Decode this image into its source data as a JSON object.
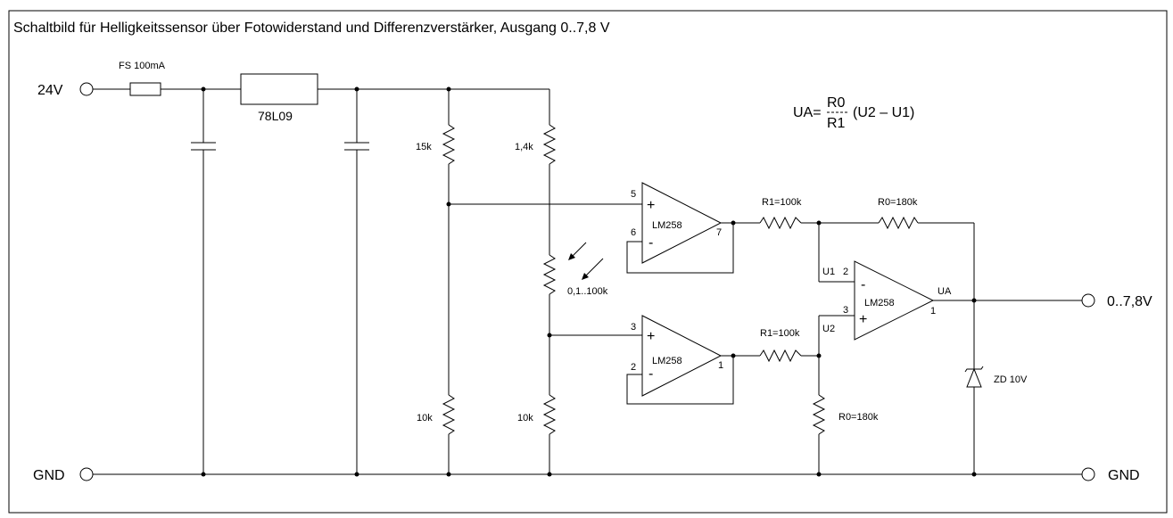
{
  "title": "Schaltbild für Helligkeitssensor über Fotowiderstand und Differenzverstärker, Ausgang 0..7,8 V",
  "terminals": {
    "input": "24V",
    "output": "0..7,8V",
    "gnd_left": "GND",
    "gnd_right": "GND"
  },
  "components": {
    "fuse": "FS 100mA",
    "regulator": "78L09",
    "r_top_left": "15k",
    "r_top_right": "1,4k",
    "ldr": "0,1..100k",
    "r_bot_left": "10k",
    "r_bot_right": "10k",
    "r1_upper": "R1=100k",
    "r0_upper": "R0=180k",
    "r1_lower": "R1=100k",
    "r0_lower": "R0=180k",
    "zener": "ZD 10V"
  },
  "opamps": {
    "upper": {
      "label": "LM258",
      "plus_pin": "5",
      "minus_pin": "6",
      "out_pin": "7"
    },
    "lower": {
      "label": "LM258",
      "plus_pin": "3",
      "minus_pin": "2",
      "out_pin": "1"
    },
    "diff": {
      "label": "LM258",
      "plus_pin": "3",
      "minus_pin": "2",
      "out_pin": "1"
    }
  },
  "signs": {
    "plus": "+",
    "minus": "-"
  },
  "nodes": {
    "u1": "U1",
    "u2": "U2",
    "ua": "UA"
  },
  "formula": {
    "lhs": "UA=",
    "num": "R0",
    "den": "R1",
    "rhs": "(U2 – U1)"
  }
}
